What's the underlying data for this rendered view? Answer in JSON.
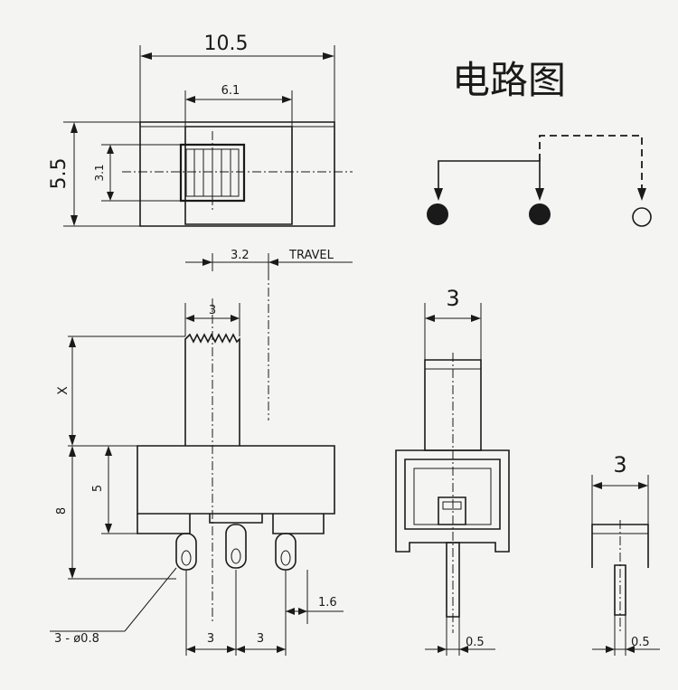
{
  "top_view": {
    "width_total": "10.5",
    "width_slot": "6.1",
    "height_total": "5.5",
    "height_slot": "3.1"
  },
  "circuit": {
    "title": "电路图"
  },
  "front_view": {
    "travel_value": "3.2",
    "travel_label": "TRAVEL",
    "actuator_width": "3",
    "actuator_height": "X",
    "body_height": "5",
    "total_height": "8",
    "pin_pitch_1": "3",
    "pin_pitch_2": "3",
    "pin_offset": "1.6",
    "hole_callout": "3 - ø0.8"
  },
  "side_view": {
    "actuator_width": "3",
    "pin_thickness": "0.5"
  },
  "terminal_detail": {
    "width": "3",
    "pin_thickness": "0.5"
  }
}
